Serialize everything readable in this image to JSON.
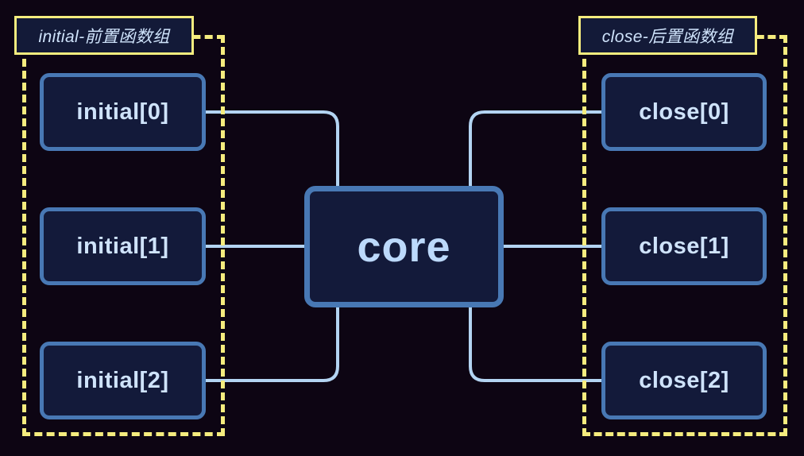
{
  "diagram": {
    "type": "node-graph",
    "title_visible": false,
    "background_color": "#0d0513",
    "node_fill_color": "#131a3a",
    "node_border_color": "#4878b4",
    "node_text_color": "#cfe3fb",
    "group_border_color": "#f5ec7e",
    "edge_color": "#b3d4f2"
  },
  "groups": [
    {
      "id": "initial",
      "label": "initial-前置函数组",
      "side": "left",
      "nodes": [
        "initial[0]",
        "initial[1]",
        "initial[2]"
      ]
    },
    {
      "id": "close",
      "label": "close-后置函数组",
      "side": "right",
      "nodes": [
        "close[0]",
        "close[1]",
        "close[2]"
      ]
    }
  ],
  "core": {
    "label": "core"
  },
  "nodes": {
    "initial_0": "initial[0]",
    "initial_1": "initial[1]",
    "initial_2": "initial[2]",
    "close_0": "close[0]",
    "close_1": "close[1]",
    "close_2": "close[2]"
  },
  "edges": [
    {
      "from": "initial[0]",
      "to": "core"
    },
    {
      "from": "initial[1]",
      "to": "core"
    },
    {
      "from": "initial[2]",
      "to": "core"
    },
    {
      "from": "core",
      "to": "close[0]"
    },
    {
      "from": "core",
      "to": "close[1]"
    },
    {
      "from": "core",
      "to": "close[2]"
    }
  ]
}
